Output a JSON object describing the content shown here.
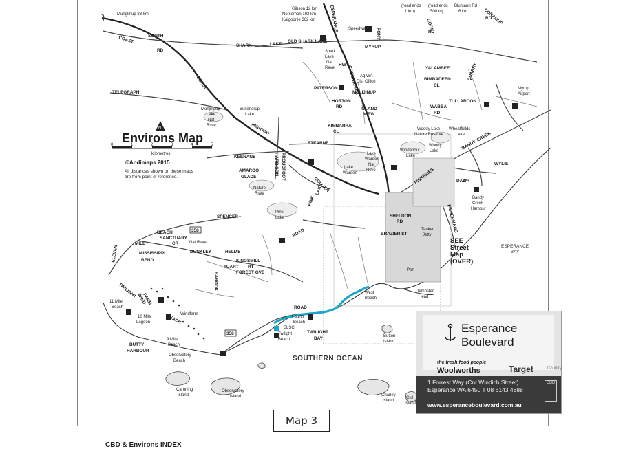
{
  "map": {
    "title": "Environs Map",
    "scale": {
      "unit_label": "kilometres",
      "ticks": [
        "0",
        "1",
        "2",
        "3",
        "4",
        "5"
      ]
    },
    "copyright": "©Andimaps 2015",
    "note": [
      "All distances shown on these maps",
      "are from point of reference."
    ],
    "see_street_map": [
      "SEE",
      "Street",
      "Map",
      "(OVER)"
    ],
    "ocean": "SOUTHERN OCEAN",
    "bay": [
      "ESPERANCE",
      "BAY"
    ],
    "map_tag": "Map 3",
    "footer": "CBD & Environs INDEX",
    "route_color": "#1aa6c8",
    "top_labels": {
      "munglinup": "Munglinup 83 km",
      "gibson": "Gibson 12 km",
      "norseman": "Norseman 192 km",
      "kalgoorlie": "Kalgoorlie 362 km",
      "road_ends_1": [
        "(road ends",
        "1 km)"
      ],
      "road_ends_2": [
        "(road ends",
        "500 m)"
      ],
      "blumann": [
        "Blumann Rd",
        "6 km"
      ]
    },
    "roads": {
      "south_coast": [
        "SOUTH",
        "COAST",
        "RD",
        "COAST",
        "HIGHWAY"
      ],
      "shark": "SHARK",
      "lake": "LAKE",
      "old_shark_lake": "OLD SHARK LAKE",
      "myrup": "MYRUP",
      "telegraph": "TELEGRAPH",
      "esperance_hwy": "ESPERANCE",
      "hwy": "HWY",
      "coolgardie": "COOLGARDIE",
      "paterson": "PATERSON",
      "melijinup": "MELIJINUP",
      "kimbarra": [
        "KIMBARRA",
        "CL"
      ],
      "stearne": "STEARNE",
      "keenans": "KEENANS",
      "harbison": [
        "HARBISON",
        "RD"
      ],
      "amaroo": [
        "AMAROO",
        "GLADE"
      ],
      "proudfoot": [
        "PROUDFOOT",
        "RD"
      ],
      "collier": "COLLIER",
      "fisheries": "FISHERIES",
      "bandy_creek": [
        "BANDY",
        "CREEK"
      ],
      "wylie": "WYLIE",
      "daw_dr": [
        "DAW",
        "DR"
      ],
      "fishermans": "FISHERMANS",
      "pink_lake": [
        "PINK",
        "LAKE",
        "RD"
      ],
      "twilight_beach": [
        "TWILIGHT",
        "BEACH"
      ],
      "eleven_mile": [
        "ELEVEN",
        "MILE",
        "BEACH"
      ],
      "sanctuary": [
        "SANCTUARY",
        "CR"
      ],
      "mississippi": [
        "MISSISSIPPI",
        "BEND"
      ],
      "dunkley": "DUNKLEY",
      "helms": "HELMS",
      "barook": "BAROOK",
      "tuart": "TUART",
      "kingsmill": [
        "KINGSMILL",
        "RT"
      ],
      "forest_gve": "FOREST GVE",
      "spencer": "SPENCER",
      "wind_farm": [
        "WIND",
        "FARM"
      ],
      "road": "ROAD",
      "brazier": "BRAZIER ST",
      "sheldon": [
        "SHELDON",
        "RD"
      ],
      "yalambee": "YALAMBEE",
      "bimbadeen": [
        "BIMBADEEN",
        "CL"
      ],
      "tullaroon": "TULLAROON",
      "wabba": [
        "WABBA",
        "RD"
      ],
      "quarry": "QUARRY",
      "coramup": [
        "CORAMUP",
        "RD"
      ],
      "cook": [
        "COOK",
        "RD"
      ],
      "pony": "PONY",
      "rd_label": "RD"
    },
    "places": {
      "speedway": "Speedway",
      "shark_lake": [
        "Shark",
        "Lake",
        "Nat",
        "Rave"
      ],
      "ag_wa": [
        "Ag WA",
        "Dist Office"
      ],
      "horton": [
        "HORTON",
        "RD"
      ],
      "island_view": [
        "ISLAND",
        "VIEW"
      ],
      "monjingup": [
        "Monjingup",
        "Lake",
        "Nat",
        "Rsve"
      ],
      "bukenerup": [
        "Bukenerup",
        "Lake"
      ],
      "lake_warden_nr": [
        "Lake",
        "Warden",
        "Nat",
        "Rsve"
      ],
      "lake_warden": [
        "Lake",
        "Warden"
      ],
      "windabout": [
        "Windabout",
        "Lake"
      ],
      "woody_lake": [
        "Woody",
        "Lake"
      ],
      "woody_lake_nr": [
        "Woody Lake",
        "Nature Reserve"
      ],
      "wheatfields": [
        "Wheatfields",
        "Lake"
      ],
      "bandy_creek_harbour": [
        "Bandy",
        "Creek",
        "Harbour"
      ],
      "nature_rsve": [
        "Nature",
        "Rsve"
      ],
      "pink_lake": [
        "Pink",
        "Lake"
      ],
      "nat_rsve": "Nat Rsve",
      "tanker_jetty": [
        "Tanker",
        "Jetty"
      ],
      "port": "Port",
      "dempster_head": [
        "Dempster",
        "Head"
      ],
      "west_beach": [
        "West",
        "Beach"
      ],
      "fourth_beach": [
        "Fourth",
        "Beach"
      ],
      "blsc": "BLSC",
      "twilight_beach_pl": [
        "Twilight",
        "Beach"
      ],
      "twilight_bay": [
        "TWILIGHT",
        "BAY"
      ],
      "button_island": [
        "Button",
        "Island"
      ],
      "eleven_mile_beach": [
        "11 Mile",
        "Beach"
      ],
      "ten_mile_lagoon": [
        "10 Mile",
        "Lagoon"
      ],
      "windfarm": "Windfarm",
      "nine_mile_beach": [
        "9 Mile",
        "Beach"
      ],
      "butty_harbour": [
        "BUTTY",
        "HARBOUR"
      ],
      "observatory_beach": [
        "Observatory",
        "Beach"
      ],
      "carnning_island": [
        "Carnning",
        "Island"
      ],
      "observatory_island": [
        "Observatory",
        "Island"
      ],
      "charley_island": [
        "Charley",
        "Island"
      ],
      "cull_island": [
        "Cull",
        "Island"
      ],
      "myrup_airport": [
        "Myrup",
        "Airport"
      ],
      "route_358": "358",
      "route_358b": "358"
    }
  },
  "ad": {
    "brand": [
      "Esperance",
      "Boulevard"
    ],
    "tagline": "the fresh food people",
    "woolworths": "Woolworths",
    "target": "Target",
    "target_sub": "Country",
    "address": [
      "1 Forrest Way (Cnr Windich Street)",
      "Esperance WA 6450  T 08 6143 4888"
    ],
    "url": "www.esperanceboulevard.com.au",
    "cbd": "CBD"
  }
}
